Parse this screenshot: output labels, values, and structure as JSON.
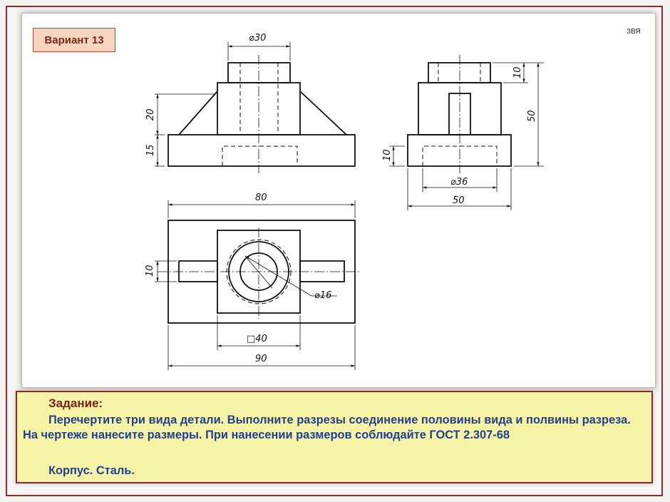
{
  "variant_label": "Вариант 13",
  "author_mark": "ЗВЯ",
  "dimensions": {
    "front_top_diameter": "⌀30",
    "front_height_upper": "20",
    "front_height_base": "15",
    "side_height_top": "10",
    "side_height_total": "50",
    "side_height_base": "10",
    "side_slot_diameter": "⌀36",
    "side_width": "50",
    "top_length_80": "80",
    "top_rib_width": "10",
    "top_hole_diameter": "⌀16",
    "top_square": "□40",
    "top_length_90": "90"
  },
  "task": {
    "heading": "Задание:",
    "text": "Перечертите три вида детали. Выполните разрезы  соединение половины вида и полвины разреза.  На чертеже нанесите размеры. При нанесении размеров соблюдайте ГОСТ  2.307-68",
    "subject": "Корпус. Сталь."
  },
  "colors": {
    "frame_border": "#8e2a2a",
    "badge_bg": "#f6d4bf",
    "task_bg": "#f7f3a6",
    "task_text": "#1f3f8f",
    "heading_text": "#7a1f14"
  }
}
